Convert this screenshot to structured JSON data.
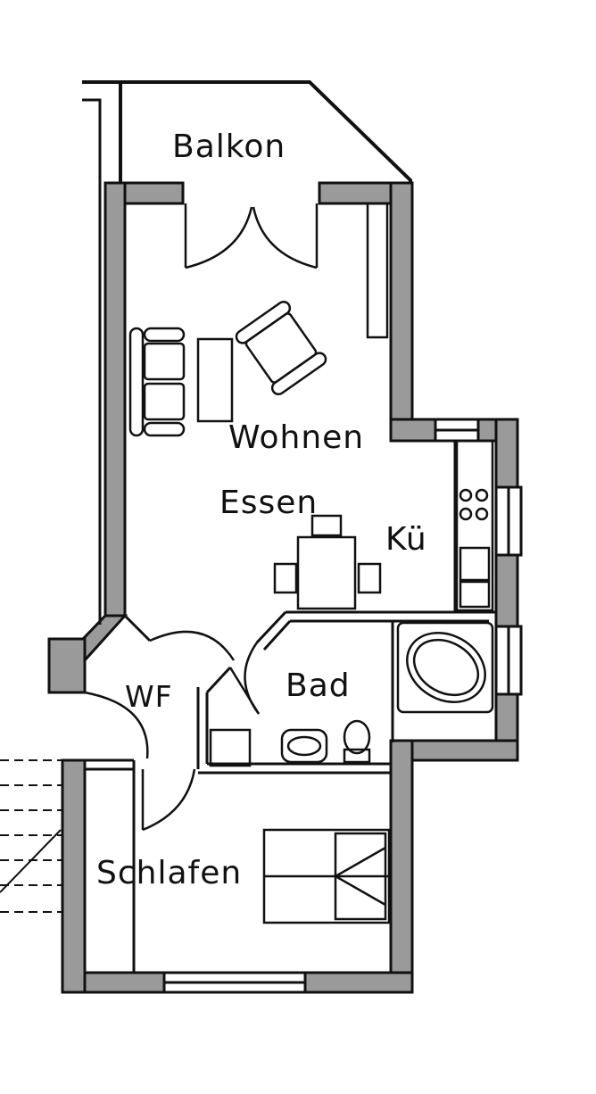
{
  "rooms": {
    "balkon": "Balkon",
    "wohnen": "Wohnen",
    "essen": "Essen",
    "kueche": "Kü",
    "bad": "Bad",
    "wf": "WF",
    "schlafen": "Schlafen"
  },
  "colors": {
    "ink": "#111111",
    "wall_fill": "#9a9a9a",
    "paper": "#ffffff"
  }
}
